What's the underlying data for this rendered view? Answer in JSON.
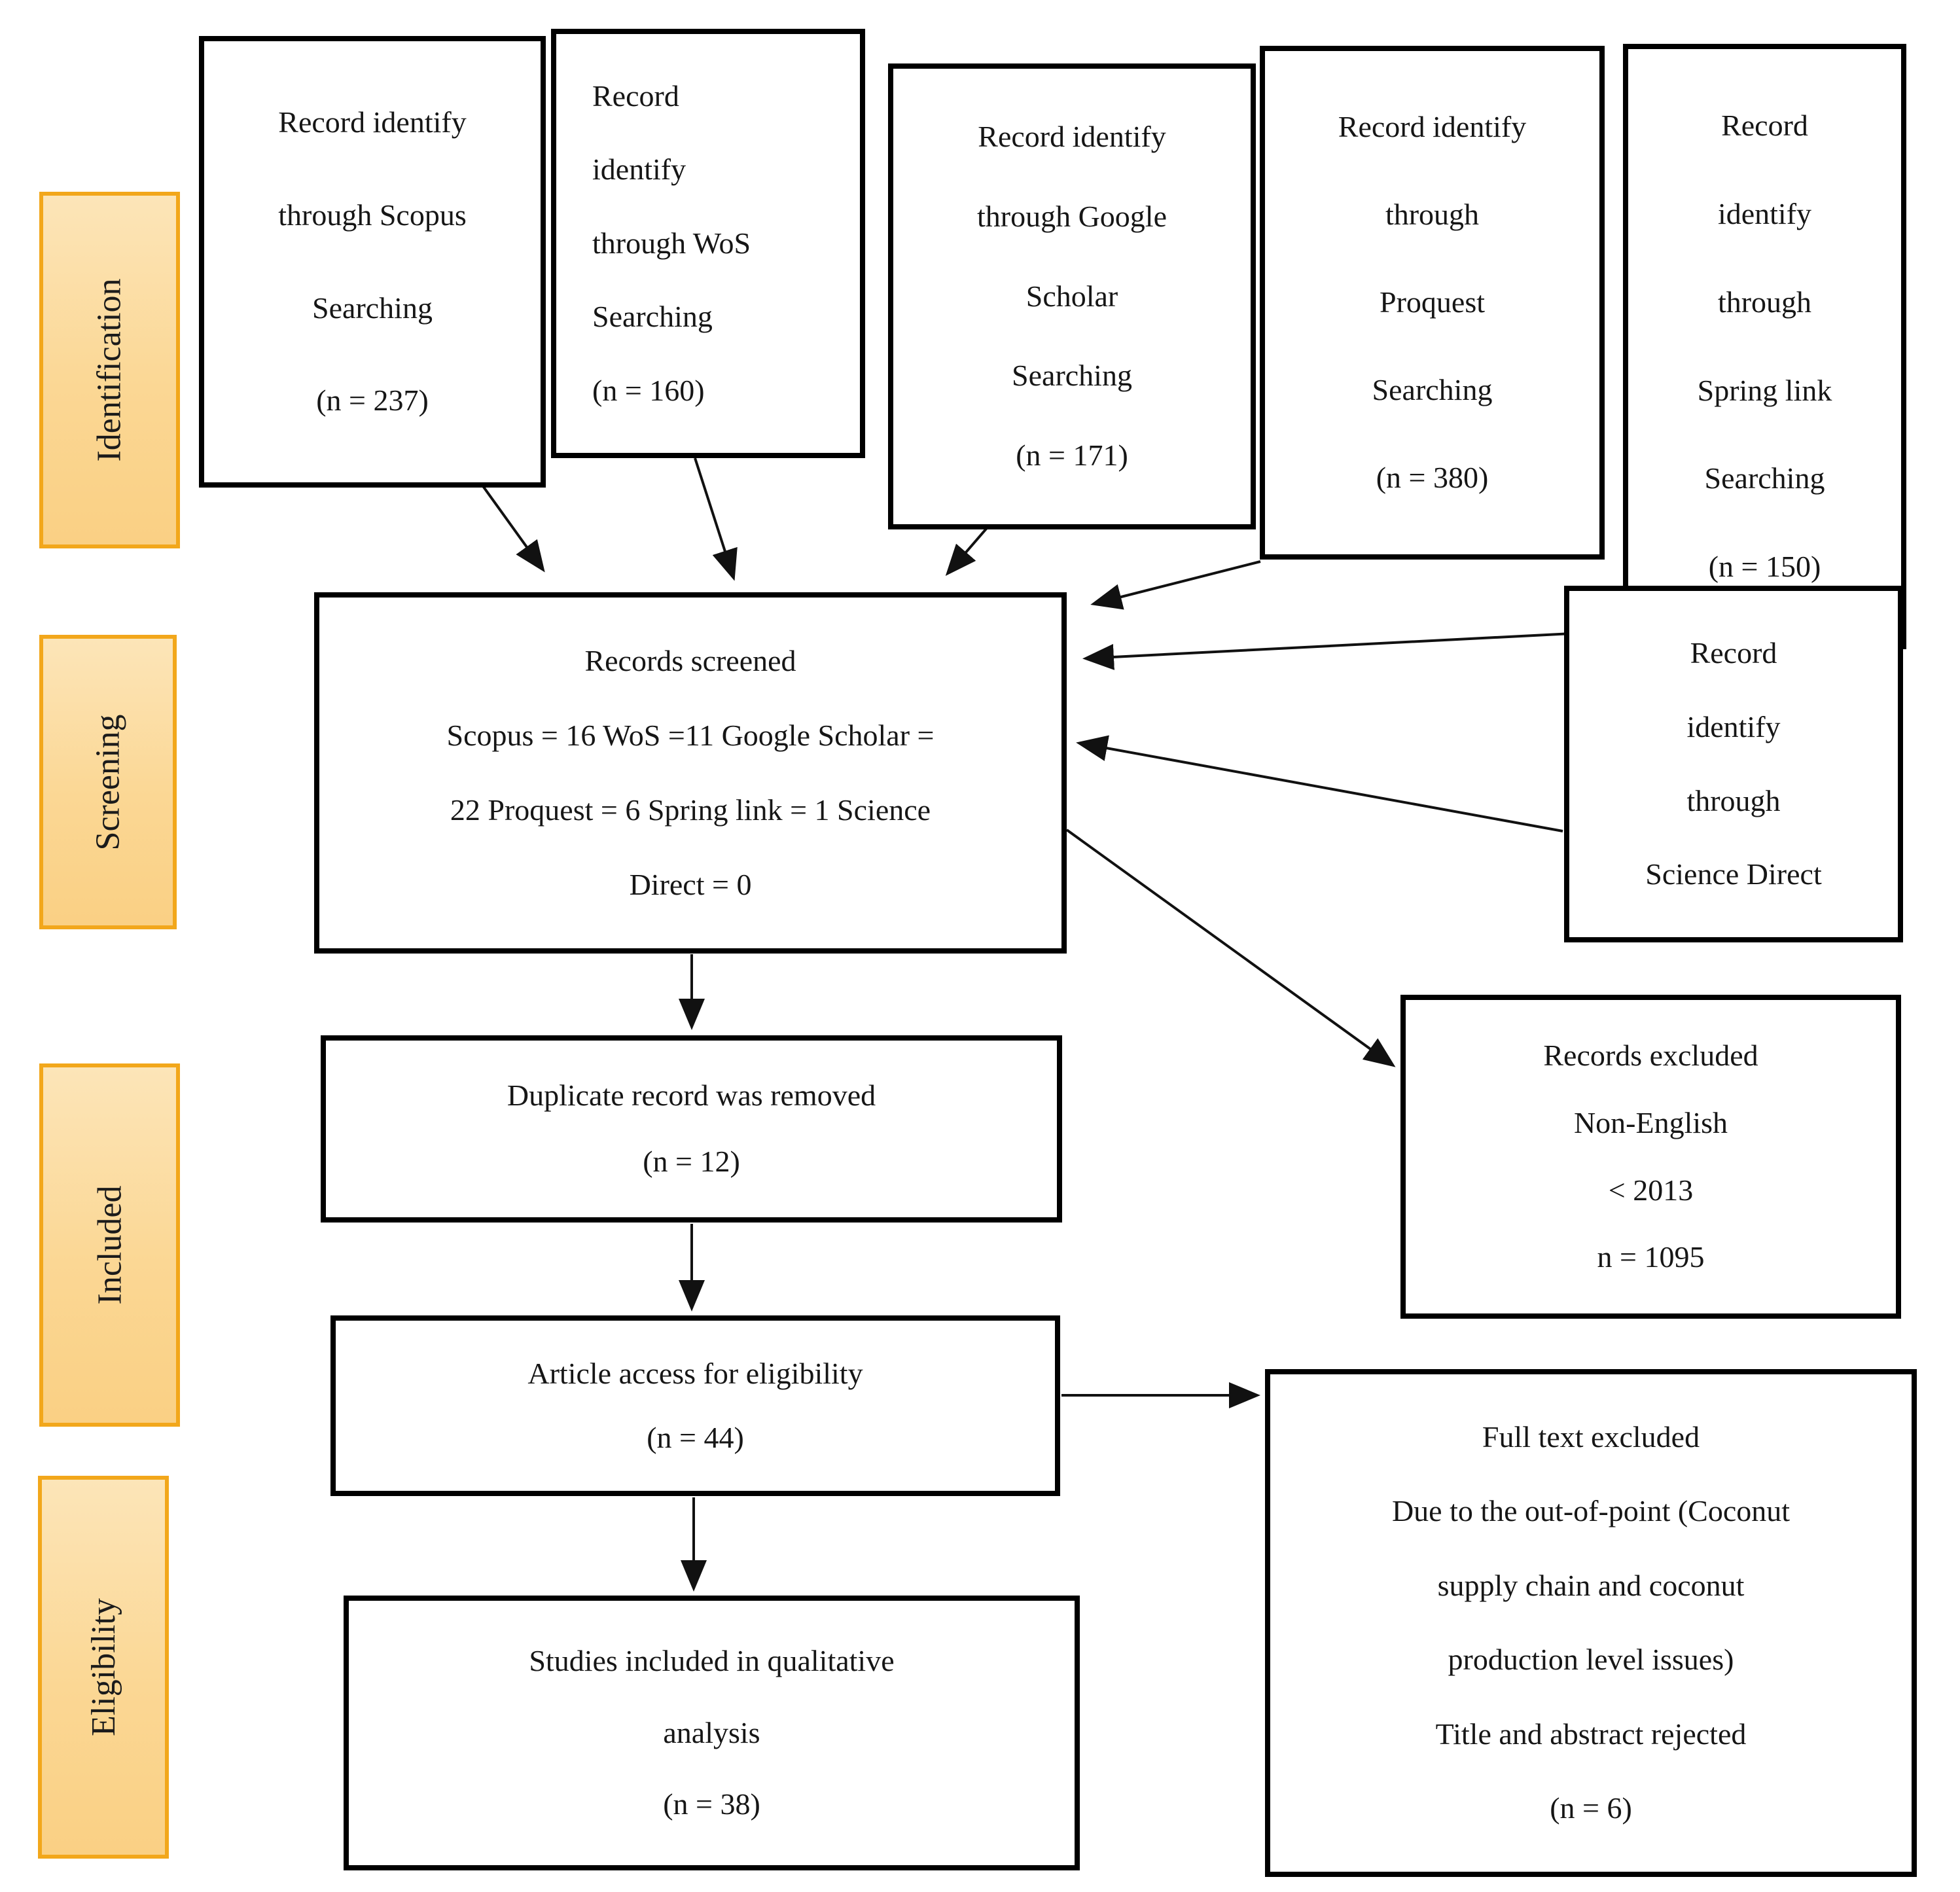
{
  "diagram_type": "PRISMA flow diagram",
  "colors": {
    "stage_fill_top": "#fce5b8",
    "stage_fill_bottom": "#fad084",
    "stage_border": "#f2a71b",
    "node_border": "#000000",
    "background": "#ffffff",
    "text": "#161616"
  },
  "stages": [
    {
      "label": "Identification"
    },
    {
      "label": "Screening"
    },
    {
      "label": "Included"
    },
    {
      "label": "Eligibility"
    }
  ],
  "nodes": {
    "scopus": {
      "n": 237,
      "lines": [
        "Record identify",
        "through Scopus",
        "Searching",
        "(n = 237)"
      ]
    },
    "wos": {
      "n": 160,
      "lines": [
        "Record",
        "identify",
        "through WoS",
        "Searching",
        "(n = 160)"
      ]
    },
    "google": {
      "n": 171,
      "lines": [
        "Record identify",
        "through Google",
        "Scholar",
        "Searching",
        "(n = 171)"
      ]
    },
    "proquest": {
      "n": 380,
      "lines": [
        "Record identify",
        "through",
        "Proquest",
        "Searching",
        "(n = 380)"
      ]
    },
    "springlink": {
      "n": 150,
      "lines": [
        "Record",
        "identify",
        "through",
        "Spring link",
        "Searching",
        "(n = 150)"
      ]
    },
    "sciencedirect": {
      "lines": [
        "Record",
        "identify",
        "through",
        "Science Direct"
      ]
    },
    "screened": {
      "lines": [
        "Records screened",
        "Scopus = 16 WoS =11 Google Scholar =",
        "22 Proquest = 6 Spring link = 1 Science",
        "Direct = 0"
      ]
    },
    "duplicate": {
      "n": 12,
      "lines": [
        "Duplicate record was removed",
        "(n = 12)"
      ]
    },
    "excluded": {
      "n": 1095,
      "lines": [
        "Records excluded",
        "Non-English",
        "< 2013",
        "n = 1095"
      ]
    },
    "article": {
      "n": 44,
      "lines": [
        "Article access for eligibility",
        "(n = 44)"
      ]
    },
    "fulltext": {
      "n": 6,
      "lines": [
        "Full text excluded",
        "Due to the out-of-point (Coconut",
        "supply chain and coconut",
        "production level issues)",
        "Title and abstract rejected",
        "(n = 6)"
      ]
    },
    "studies": {
      "n": 38,
      "lines": [
        "Studies included in qualitative",
        "analysis",
        "(n = 38)"
      ]
    }
  },
  "edges": [
    {
      "from": "scopus",
      "to": "screened"
    },
    {
      "from": "wos",
      "to": "screened"
    },
    {
      "from": "google",
      "to": "screened"
    },
    {
      "from": "proquest",
      "to": "screened"
    },
    {
      "from": "springlink",
      "to": "screened"
    },
    {
      "from": "sciencedirect",
      "to": "screened"
    },
    {
      "from": "screened",
      "to": "excluded"
    },
    {
      "from": "screened",
      "to": "duplicate"
    },
    {
      "from": "duplicate",
      "to": "article"
    },
    {
      "from": "article",
      "to": "fulltext"
    },
    {
      "from": "article",
      "to": "studies"
    }
  ]
}
